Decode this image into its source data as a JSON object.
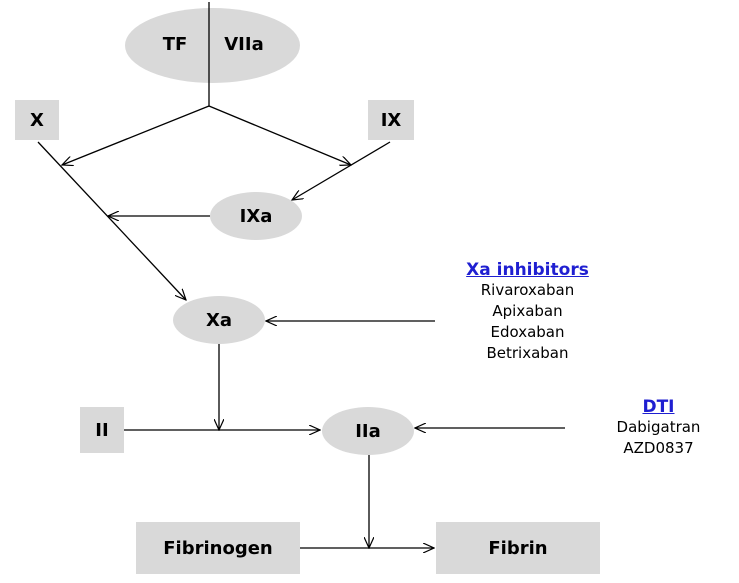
{
  "nodes": {
    "tf": "TF",
    "viia": "VIIa",
    "x": "X",
    "ix": "IX",
    "ixa": "IXa",
    "xa": "Xa",
    "ii": "II",
    "iia": "IIa",
    "fibrinogen": "Fibrinogen",
    "fibrin": "Fibrin"
  },
  "xa_inhibitors": {
    "heading": "Xa inhibitors",
    "drugs": [
      "Rivaroxaban",
      "Apixaban",
      "Edoxaban",
      "Betrixaban"
    ]
  },
  "dti": {
    "heading": "DTI",
    "drugs": [
      "Dabigatran",
      "AZD0837"
    ]
  },
  "colors": {
    "node_fill": "#d9d9d9",
    "heading_blue": "#1f1fd1",
    "line": "#000000"
  }
}
